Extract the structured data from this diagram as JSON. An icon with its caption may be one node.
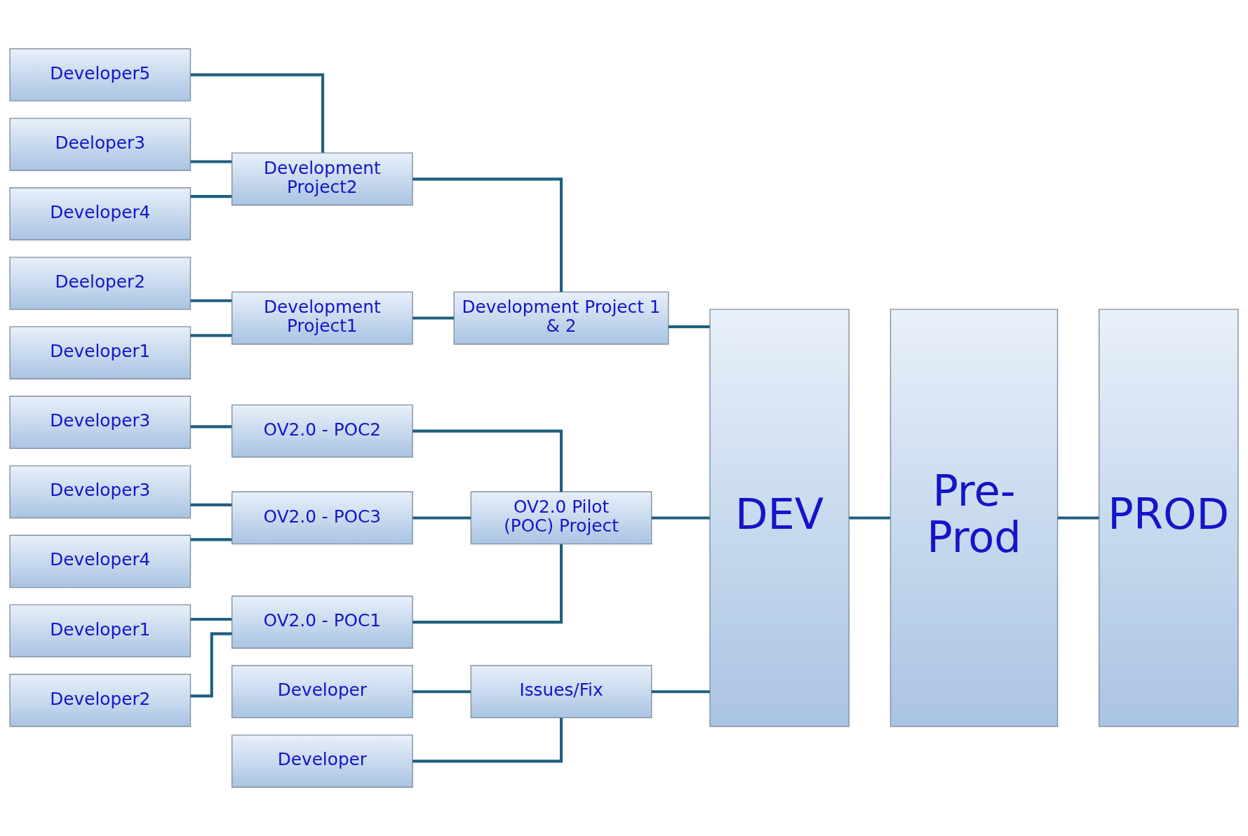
{
  "diagram": {
    "nodes": [
      {
        "text": [
          "Developer1"
        ]
      },
      {
        "text": [
          "Developer2"
        ]
      },
      {
        "text": [
          "OV2.0 - POC1"
        ]
      },
      {
        "text": [
          "Developer3"
        ]
      },
      {
        "text": [
          "OV2.0 - POC2"
        ]
      },
      {
        "text": [
          "Developer3"
        ]
      },
      {
        "text": [
          "Developer4"
        ]
      },
      {
        "text": [
          "OV2.0 - POC3"
        ]
      },
      {
        "text": [
          "OV2.0 Pilot (POC) Project"
        ]
      },
      {
        "text": [
          "Developer1"
        ]
      },
      {
        "text": [
          "Deeloper2"
        ]
      },
      {
        "text": [
          "Development Project1"
        ]
      },
      {
        "text": [
          "Deeloper3"
        ]
      },
      {
        "text": [
          "Developer4"
        ]
      },
      {
        "text": [
          "Development Project2"
        ]
      },
      {
        "text": [
          "Developer5"
        ]
      },
      {
        "text": [
          "Development Project 1 & 2"
        ]
      },
      {
        "text": [
          "Developer"
        ]
      },
      {
        "text": [
          "Developer"
        ]
      },
      {
        "text": [
          "Issues/Fix"
        ]
      },
      {
        "text": [
          "DEV"
        ]
      },
      {
        "text": [
          "Pre- Prod"
        ]
      },
      {
        "text": [
          "PROD"
        ]
      }
    ],
    "edges": [
      {
        "from": 0,
        "to": 2,
        "arrow": "none"
      },
      {
        "from": 1,
        "to": 2,
        "arrow": "none"
      },
      {
        "from": 3,
        "to": 4,
        "arrow": "none"
      },
      {
        "from": 5,
        "to": 7,
        "arrow": "none"
      },
      {
        "from": 6,
        "to": 7,
        "arrow": "none"
      },
      {
        "from": 2,
        "to": 8,
        "arrow": "none"
      },
      {
        "from": 4,
        "to": 8,
        "arrow": "none"
      },
      {
        "from": 7,
        "to": 8,
        "arrow": "none"
      },
      {
        "from": 9,
        "to": 11,
        "arrow": "none"
      },
      {
        "from": 10,
        "to": 11,
        "arrow": "none"
      },
      {
        "from": 12,
        "to": 14,
        "arrow": "none"
      },
      {
        "from": 13,
        "to": 14,
        "arrow": "none"
      },
      {
        "from": 15,
        "to": 14,
        "arrow": "none"
      },
      {
        "from": 11,
        "to": 16,
        "arrow": "none"
      },
      {
        "from": 14,
        "to": 16,
        "arrow": "none"
      },
      {
        "from": 17,
        "to": 19,
        "arrow": "none"
      },
      {
        "from": 18,
        "to": 19,
        "arrow": "none"
      },
      {
        "from": 8,
        "to": 20,
        "arrow": "none"
      },
      {
        "from": 16,
        "to": 20,
        "arrow": "none"
      },
      {
        "from": 19,
        "to": 20,
        "arrow": "none"
      },
      {
        "from": 20,
        "to": 21,
        "arrow": "none"
      },
      {
        "from": 21,
        "to": 22,
        "arrow": "none"
      }
    ]
  }
}
